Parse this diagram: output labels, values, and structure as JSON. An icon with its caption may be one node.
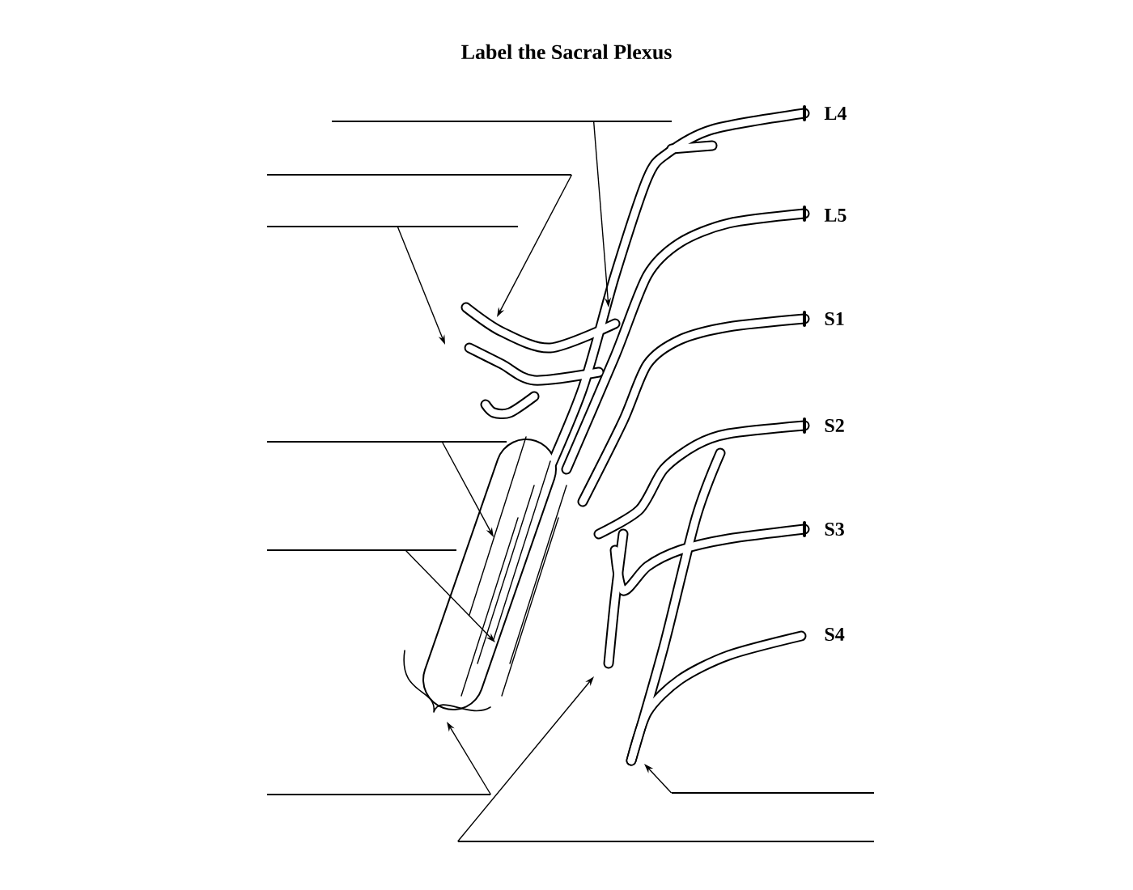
{
  "diagram": {
    "title": "Label the Sacral Plexus",
    "nodes": [
      {
        "text": [],
        "shape": "line"
      },
      {
        "text": [],
        "shape": "line"
      },
      {
        "text": [],
        "shape": "line"
      },
      {
        "text": [],
        "shape": "line"
      },
      {
        "text": [],
        "shape": "line"
      },
      {
        "text": [],
        "shape": "line"
      },
      {
        "text": [],
        "shape": "line"
      },
      {
        "text": [],
        "shape": "line"
      }
    ],
    "edges": [
      {
        "from": 0,
        "to": null,
        "arrow": "to"
      },
      {
        "from": 1,
        "to": null,
        "arrow": "to"
      },
      {
        "from": 2,
        "to": null,
        "arrow": "to"
      },
      {
        "from": 3,
        "to": null,
        "arrow": "to"
      },
      {
        "from": 4,
        "to": null,
        "arrow": "to"
      },
      {
        "from": 5,
        "to": null,
        "arrow": "to"
      },
      {
        "from": 6,
        "to": null,
        "arrow": "to"
      },
      {
        "from": 7,
        "to": null,
        "arrow": "to"
      }
    ],
    "labels": [
      "L4",
      "L5",
      "S1",
      "S2",
      "S3",
      "S4"
    ]
  }
}
